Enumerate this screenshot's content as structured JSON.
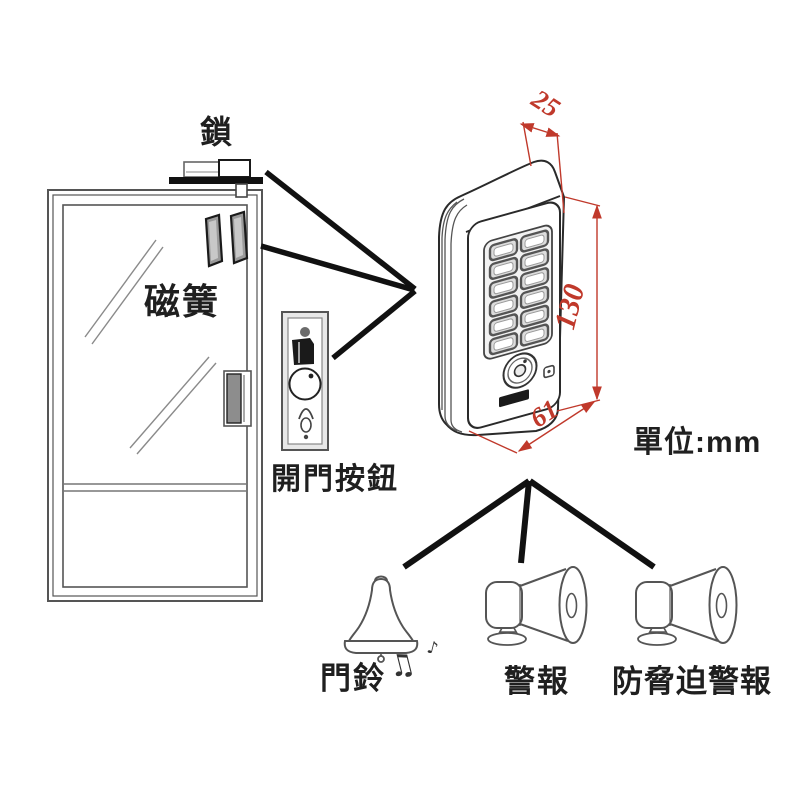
{
  "labels": {
    "lock": "鎖",
    "magnetic_reed": "磁簧",
    "open_button": "開門按鈕",
    "unit": "單位:mm",
    "doorbell": "門鈴",
    "alarm": "警報",
    "duress_alarm": "防脅迫警報"
  },
  "dimensions": {
    "depth_mm": "25",
    "height_mm": "130",
    "width_mm": "61"
  },
  "icons": {
    "music_notes": "♫",
    "music_note_small": "♪"
  },
  "colors": {
    "line_art": "#2a2a2a",
    "door_line": "#777777",
    "dimension_red": "#c0392b",
    "fill_dark": "#1a1a1a"
  }
}
